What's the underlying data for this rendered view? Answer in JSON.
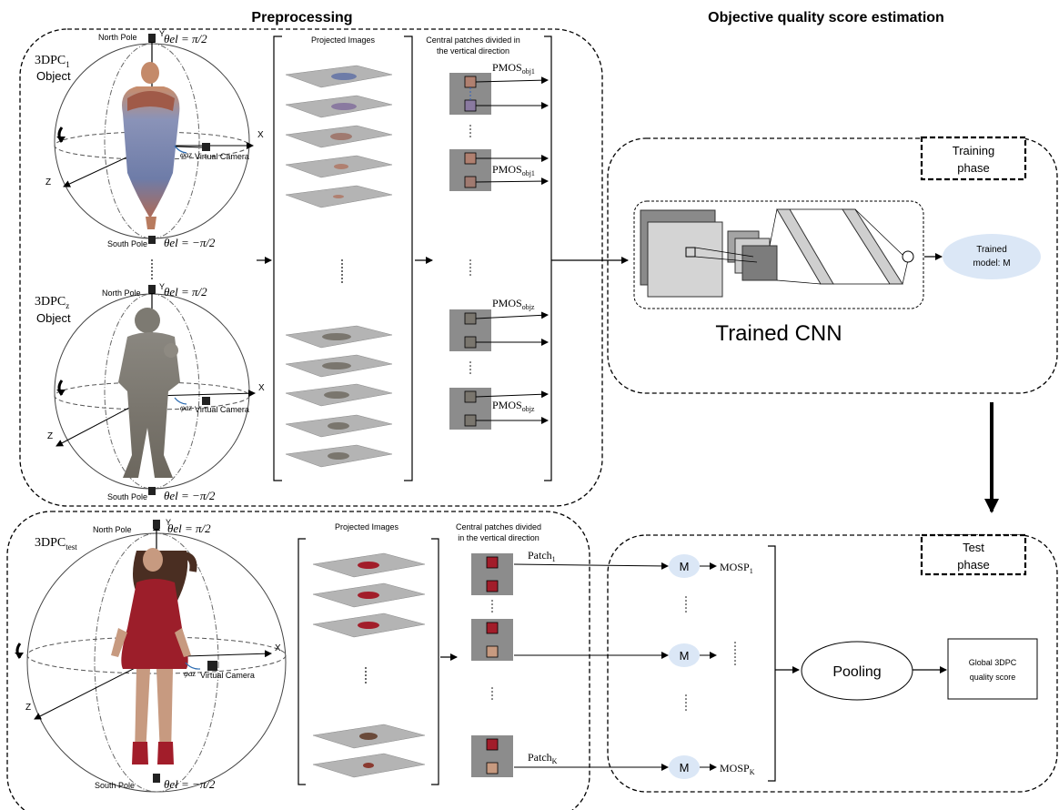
{
  "headers": {
    "preprocessing": "Preprocessing",
    "objective": "Objective quality score estimation"
  },
  "sphere": {
    "north_pole": "North Pole",
    "south_pole": "South Pole",
    "axis_y": "Y",
    "axis_x": "X",
    "axis_z": "Z",
    "theta_top": "θel = π/2",
    "theta_bottom": "θel = −π/2",
    "phi": "φaz",
    "virtual_camera": "Virtual Camera"
  },
  "objects": {
    "obj1_main": "3DPC",
    "obj1_sub": "1",
    "obj1_word": "Object",
    "objz_main": "3DPC",
    "objz_sub": "z",
    "objz_word": "Object",
    "test_main": "3DPC",
    "test_sub": "test"
  },
  "columns": {
    "projected": "Projected Images",
    "central_line1": "Central patches divided in",
    "central_line2": "the vertical direction",
    "central_line1_test": "Central patches divided",
    "central_line2_test": "in the vertical direction"
  },
  "pmos": {
    "main": "PMOS",
    "sub1": "obj1",
    "subz": "objz"
  },
  "training": {
    "phase_line1": "Training",
    "phase_line2": "phase",
    "cnn_label": "Trained CNN",
    "model_line1": "Trained",
    "model_line2": "model: M"
  },
  "test": {
    "phase_line1": "Test",
    "phase_line2": "phase",
    "patch_main": "Patch",
    "patch_sub1": "1",
    "patch_subk": "K",
    "m_label": "M",
    "mosp_main": "MOSP",
    "mosp_sub1": "1",
    "mosp_subk": "K",
    "pooling": "Pooling",
    "global_line1": "Global 3DPC",
    "global_line2": "quality score"
  },
  "colors": {
    "patch_gray": "#8c8c8c",
    "plane_gray": "#b4b4b4",
    "model_ellipse": "#dbe7f6",
    "dashed_border": "#000000"
  }
}
